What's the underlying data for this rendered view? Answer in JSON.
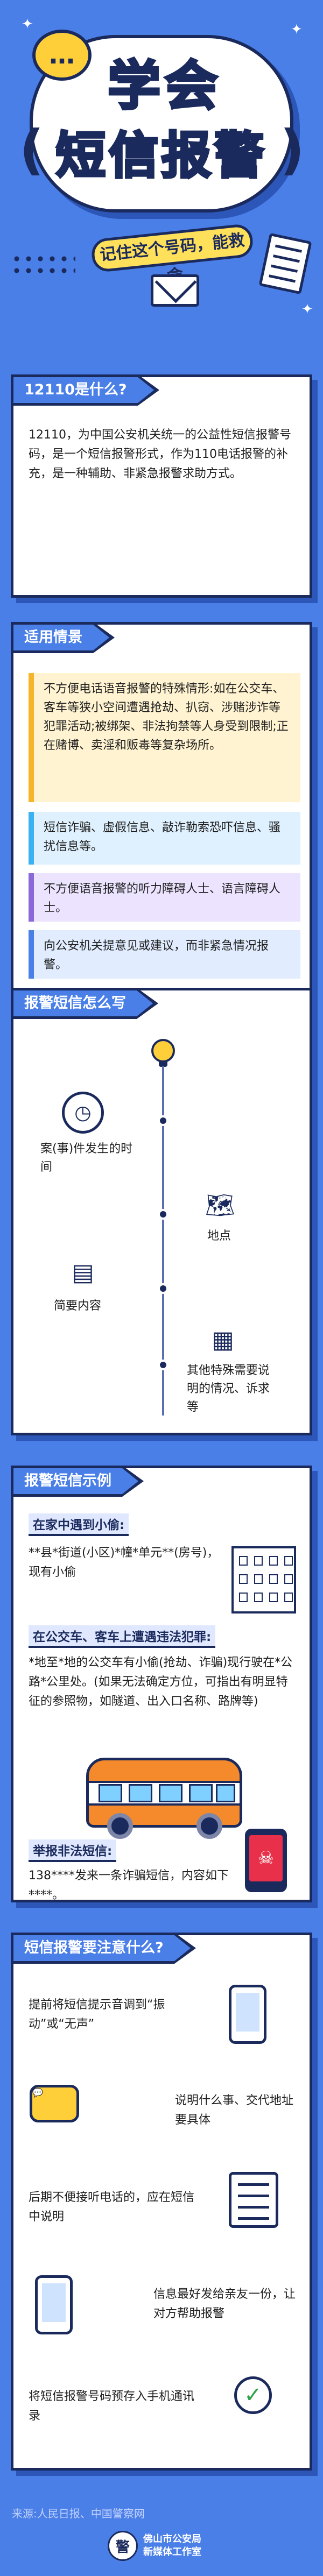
{
  "header": {
    "title_line1": "学会",
    "title_line2": "短信报警",
    "subtitle": "记住这个号码，能救命",
    "question_glyph": "…",
    "envelope_icon": "envelope-icon",
    "document_icon": "document-icon"
  },
  "section1": {
    "title": "12110是什么?",
    "body": "12110，为中国公安机关统一的公益性短信报警号码，是一个短信报警形式，作为110电话报警的补充，是一种辅助、非紧急报警求助方式。"
  },
  "section2": {
    "title": "适用情景",
    "items": [
      "不方便电话语音报警的特殊情形:如在公交车、客车等狭小空间遭遇抢劫、扒窃、涉赌涉诈等犯罪活动;被绑架、非法拘禁等人身受到限制;正在赌博、卖淫和贩毒等复杂场所。",
      "短信诈骗、虚假信息、敲诈勒索恐吓信息、骚扰信息等。",
      "不方便语音报警的听力障碍人士、语言障碍人士。",
      "向公安机关提意见或建议，而非紧急情况报警。"
    ]
  },
  "section3": {
    "title": "报警短信怎么写",
    "items": [
      {
        "label": "案(事)件发生的时间",
        "icon": "clock-icon"
      },
      {
        "label": "地点",
        "icon": "map-icon"
      },
      {
        "label": "简要内容",
        "icon": "notes-icon"
      },
      {
        "label": "其他特殊需要说明的情况、诉求等",
        "icon": "grid-icon"
      }
    ]
  },
  "section4": {
    "title": "报警短信示例",
    "ex1_title": "在家中遇到小偷:",
    "ex1_body": "**县*街道(小区)*幢*单元**(房号)，现有小偷",
    "ex2_title": "在公交车、客车上遭遇违法犯罪:",
    "ex2_body": "*地至*地的公交车有小偷(抢劫、诈骗)现行驶在*公路*公里处。(如果无法确定方位，可指出有明显特征的参照物，如隧道、出入口名称、路牌等)",
    "ex3_title": "举报非法短信:",
    "ex3_body": "138****发来一条诈骗短信，内容如下****。",
    "alert_glyph": "☠"
  },
  "section5": {
    "title": "短信报警要注意什么?",
    "items": [
      "提前将短信提示音调到“振动”或“无声”",
      "说明什么事、交代地址要具体",
      "后期不便接听电话的，应在短信中说明",
      "信息最好发给亲友一份，让对方帮助报警",
      "将短信报警号码预存入手机通讯录"
    ],
    "check_glyph": "✓"
  },
  "footer": {
    "source": "来源:人民日报、中国警察网",
    "org_line1": "佛山市公安局",
    "org_line2": "新媒体工作室",
    "emblem_glyph": "警"
  },
  "colors": {
    "background": "#4a7fe8",
    "navy": "#1b2a5c",
    "yellow": "#ffcf3a",
    "shadow": "#2c56b8"
  }
}
